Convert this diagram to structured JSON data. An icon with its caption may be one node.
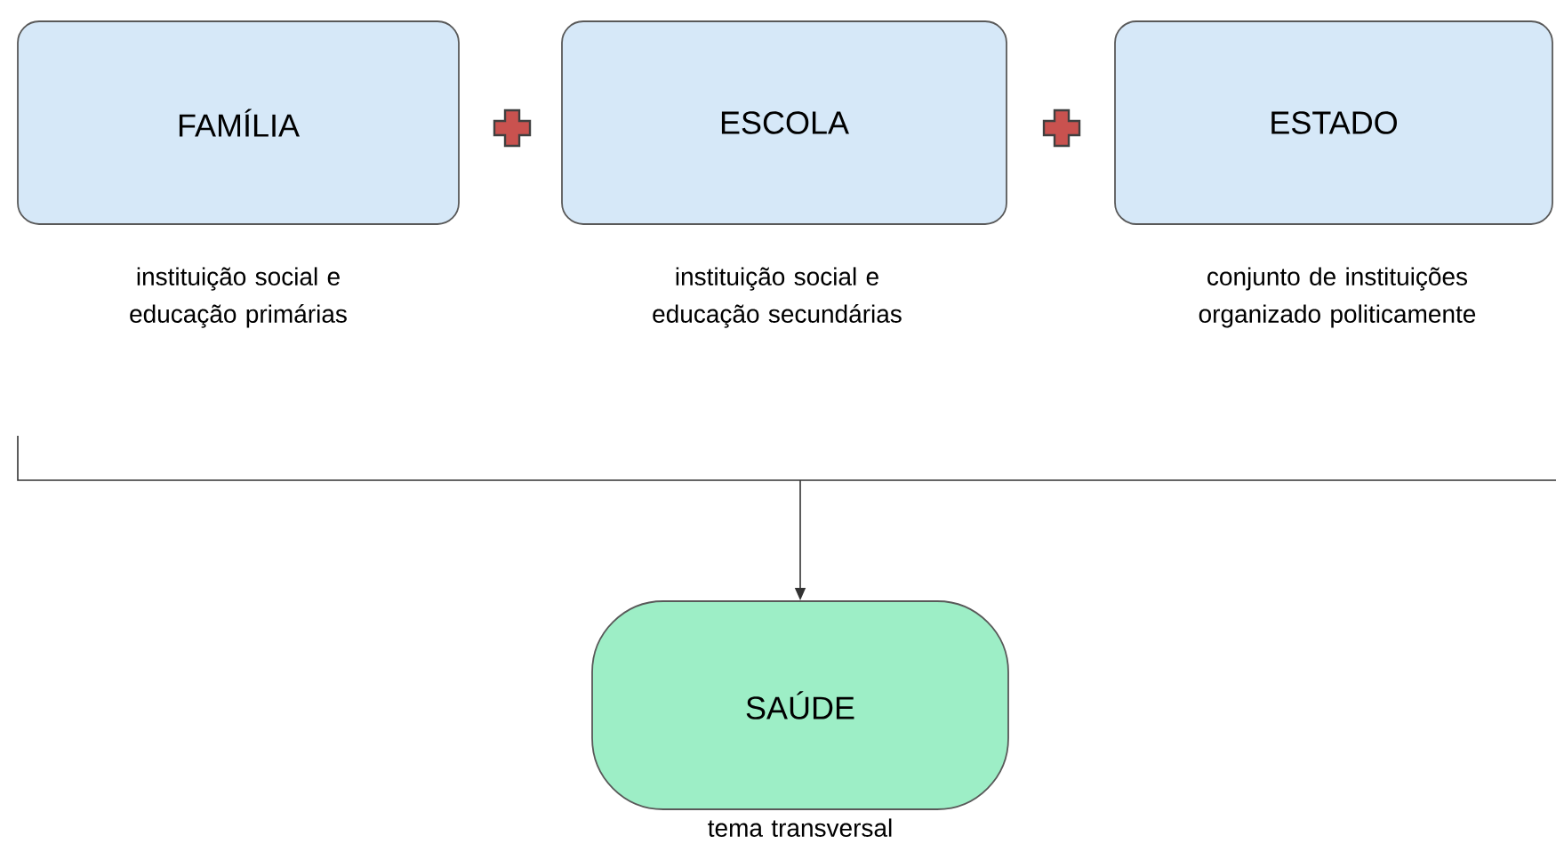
{
  "diagram": {
    "nodes": [
      {
        "text": [
          "FAMÍLIA"
        ],
        "beside": [
          "instituição social e educação primárias"
        ]
      },
      {
        "text": [
          "ESCOLA"
        ],
        "beside": [
          "instituição social e educação secundárias"
        ]
      },
      {
        "text": [
          "ESTADO"
        ],
        "beside": [
          "conjunto de instituições organizado politicamente"
        ]
      },
      {
        "text": [
          "SAÚDE"
        ],
        "beside": [
          "tema transversal"
        ]
      },
      {
        "text": [],
        "shape": "bracket"
      }
    ],
    "edges": [
      {
        "from": 4,
        "to": 3,
        "arrow": "to"
      }
    ]
  }
}
